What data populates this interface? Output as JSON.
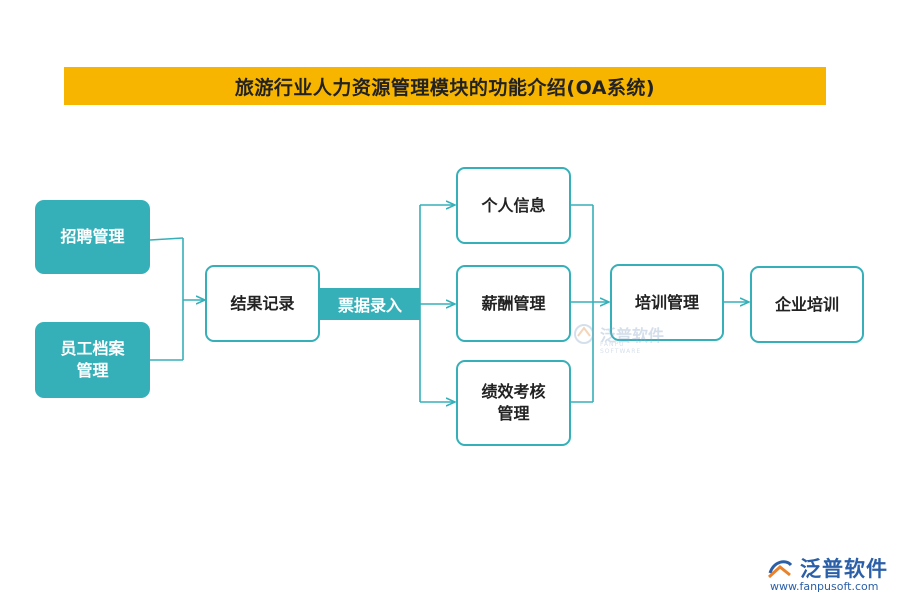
{
  "title": "旅游行业人力资源管理模块的功能介绍(OA系统)",
  "nodes": {
    "recruit": "招聘管理",
    "archive": "员工档案\n管理",
    "result": "结果记录",
    "personal": "个人信息",
    "salary": "薪酬管理",
    "performance": "绩效考核\n管理",
    "training_mgmt": "培训管理",
    "enterprise_training": "企业培训"
  },
  "edge_label": "票据录入",
  "watermark": {
    "center_cn": "泛普软件",
    "center_en": "FANPU SOFTWARE",
    "logo_cn": "泛普软件",
    "url": "www.fanpusoft.com"
  },
  "colors": {
    "title_bg": "#f7b500",
    "teal": "#36b0b8",
    "brand_blue": "#2b5fa8"
  }
}
